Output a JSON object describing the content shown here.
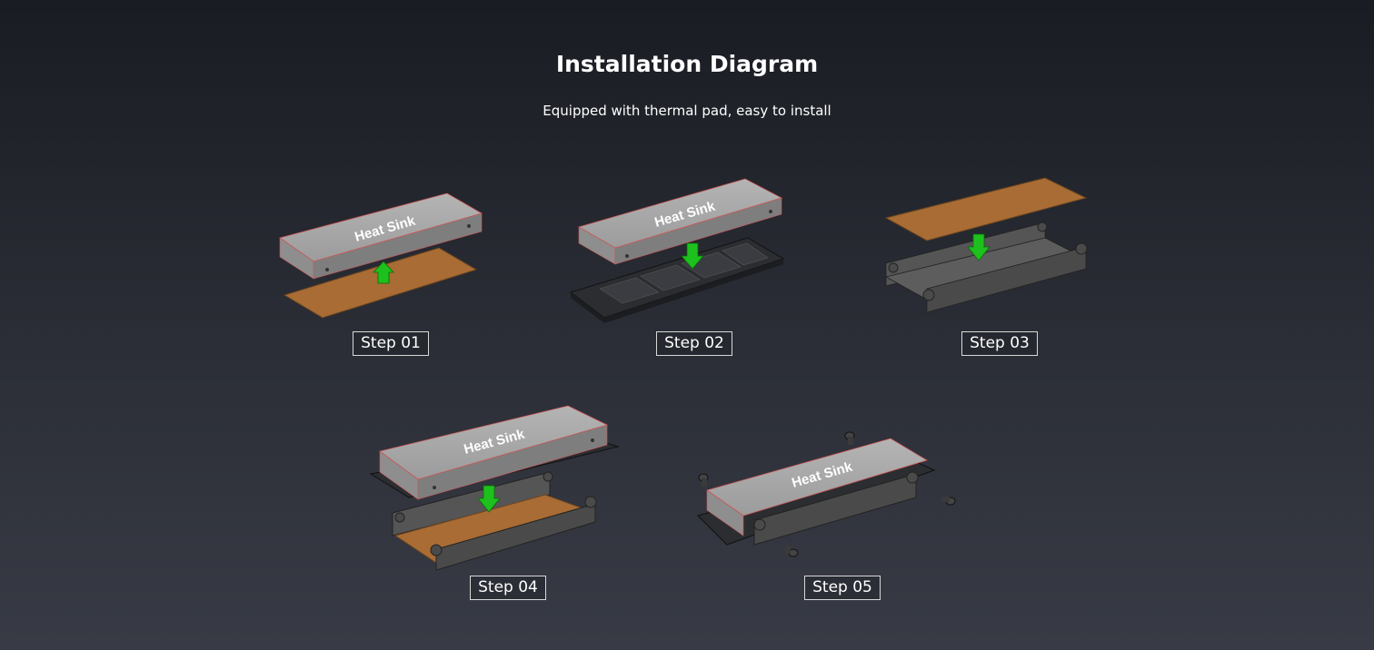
{
  "header": {
    "title": "Installation Diagram",
    "subtitle": "Equipped with thermal pad, easy to install"
  },
  "steps": [
    {
      "label": "Step 01",
      "heatsink_text": "Heat Sink"
    },
    {
      "label": "Step 02",
      "heatsink_text": "Heat Sink"
    },
    {
      "label": "Step 03"
    },
    {
      "label": "Step 04",
      "heatsink_text": "Heat Sink"
    },
    {
      "label": "Step 05",
      "heatsink_text": "Heat Sink"
    }
  ],
  "colors": {
    "pad": "#a86c34",
    "arrow": "#1ec01e",
    "heatsink": "#a9a9a9",
    "bracket": "#4a4a4a"
  }
}
